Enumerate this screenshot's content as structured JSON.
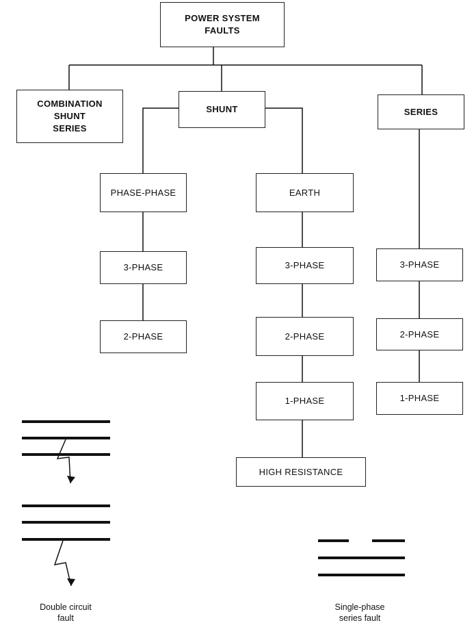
{
  "nodes": {
    "root": "POWER SYSTEM\nFAULTS",
    "combination": "COMBINATION\nSHUNT\nSERIES",
    "shunt": "SHUNT",
    "series": "SERIES",
    "phase_phase": "PHASE-PHASE",
    "earth": "EARTH",
    "pp_3phase": "3-PHASE",
    "pp_2phase": "2-PHASE",
    "earth_3phase": "3-PHASE",
    "earth_2phase": "2-PHASE",
    "earth_1phase": "1-PHASE",
    "high_resistance": "HIGH RESISTANCE",
    "series_3phase": "3-PHASE",
    "series_2phase": "2-PHASE",
    "series_1phase": "1-PHASE"
  },
  "captions": {
    "double_circuit": "Double circuit\nfault",
    "single_phase_series": "Single-phase\nseries fault"
  },
  "colors": {
    "line": "#111111",
    "box_border": "#222222"
  }
}
